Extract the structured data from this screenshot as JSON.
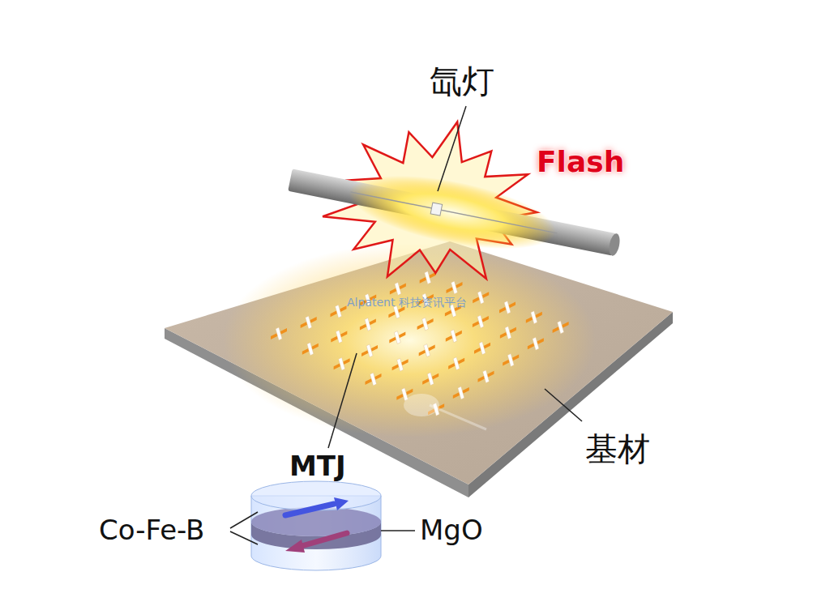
{
  "diagram": {
    "labels": [
      "氙灯",
      "Flash",
      "Alpatent 科技资讯平台",
      "基材",
      "MTJ",
      "Co-Fe-B",
      "MgO"
    ]
  }
}
